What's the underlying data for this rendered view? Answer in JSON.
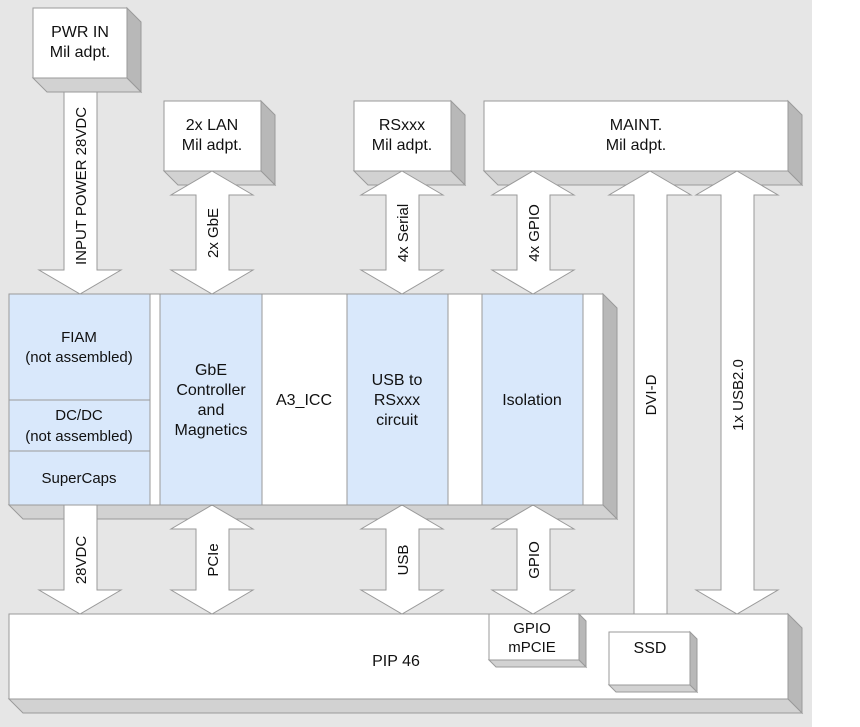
{
  "boxes": {
    "pwr_in": [
      "PWR IN",
      "Mil adpt."
    ],
    "lan": [
      "2x LAN",
      "Mil adpt."
    ],
    "rsxxx": [
      "RSxxx",
      "Mil adpt."
    ],
    "maint": [
      "MAINT.",
      "Mil adpt."
    ],
    "pip": "PIP 46",
    "gpio_mpcie": [
      "GPIO",
      "mPCIE"
    ],
    "ssd": "SSD"
  },
  "board": {
    "fiam": [
      "FIAM",
      "(not assembled)"
    ],
    "dcdc": [
      "DC/DC",
      "(not assembled)"
    ],
    "supercaps": "SuperCaps",
    "gbe": [
      "GbE",
      "Controller",
      "and",
      "Magnetics"
    ],
    "a3_icc": "A3_ICC",
    "usb_rs": [
      "USB to",
      "RSxxx",
      "circuit"
    ],
    "isolation": "Isolation"
  },
  "arrows": {
    "input_power": "INPUT POWER 28VDC",
    "gbe2x": "2x GbE",
    "serial4x": "4x Serial",
    "gpio4x": "4x GPIO",
    "dvi": "DVI-D",
    "usb2": "1x USB2.0",
    "vdc28": "28VDC",
    "pcie": "PCIe",
    "usb": "USB",
    "gpio": "GPIO"
  },
  "colors": {
    "background": "#e6e6e6",
    "box_fill": "#ffffff",
    "box_side": "#b8b8b8",
    "box_top": "#d2d2d2",
    "highlight": "#d9e8fb",
    "stroke": "#9a9a9a"
  }
}
